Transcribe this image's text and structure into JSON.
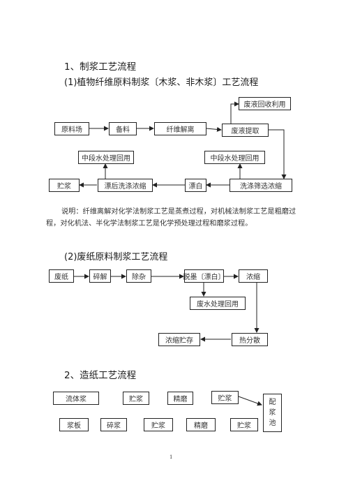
{
  "section1": {
    "heading": "1、制浆工艺流程",
    "sub1": "(1)植物纤维原料制浆〔木浆、非木浆〕工艺流程",
    "flow1": {
      "waste_recycle": "废液回收利用",
      "raw_yard": "原料场",
      "prep": "备料",
      "fiber_sep": "纤维解离",
      "liquor_extract": "废液提取",
      "mid_water_left": "中段水处理回用",
      "mid_water_right": "中段水处理回用",
      "storage": "贮浆",
      "post_wash": "漂后洗涤浓缩",
      "bleach": "漂白",
      "wash_screen": "洗涤筛选浓缩"
    },
    "note": "说明：纤维离解对化学法制浆工艺是蒸煮过程，对机械法制浆工艺是粗磨过程，对化机法、半化学法制浆工艺是化学预处理过程和磨浆过程。",
    "sub2": "(2)废纸原料制浆工艺流程",
    "flow2": {
      "waste_paper": "废纸",
      "pulping": "碎解",
      "remove": "除杂",
      "deink": "脱墨〔漂白〕",
      "concentrate": "浓缩",
      "wastewater": "废水处理回用",
      "conc_store": "浓缩贮存",
      "heat_disp": "热分散"
    }
  },
  "section2": {
    "heading": "2、造纸工艺流程",
    "flow3": {
      "fluid_pulp": "流体浆",
      "storage_a": "贮浆",
      "refine_a": "精磨",
      "storage_b": "贮浆",
      "board": "浆板",
      "crush": "碎浆",
      "storage_c": "贮浆",
      "refine_b": "精磨",
      "storage_d": "贮浆",
      "mix_tank": [
        "配",
        "浆",
        "池"
      ]
    }
  },
  "page_number": "1"
}
